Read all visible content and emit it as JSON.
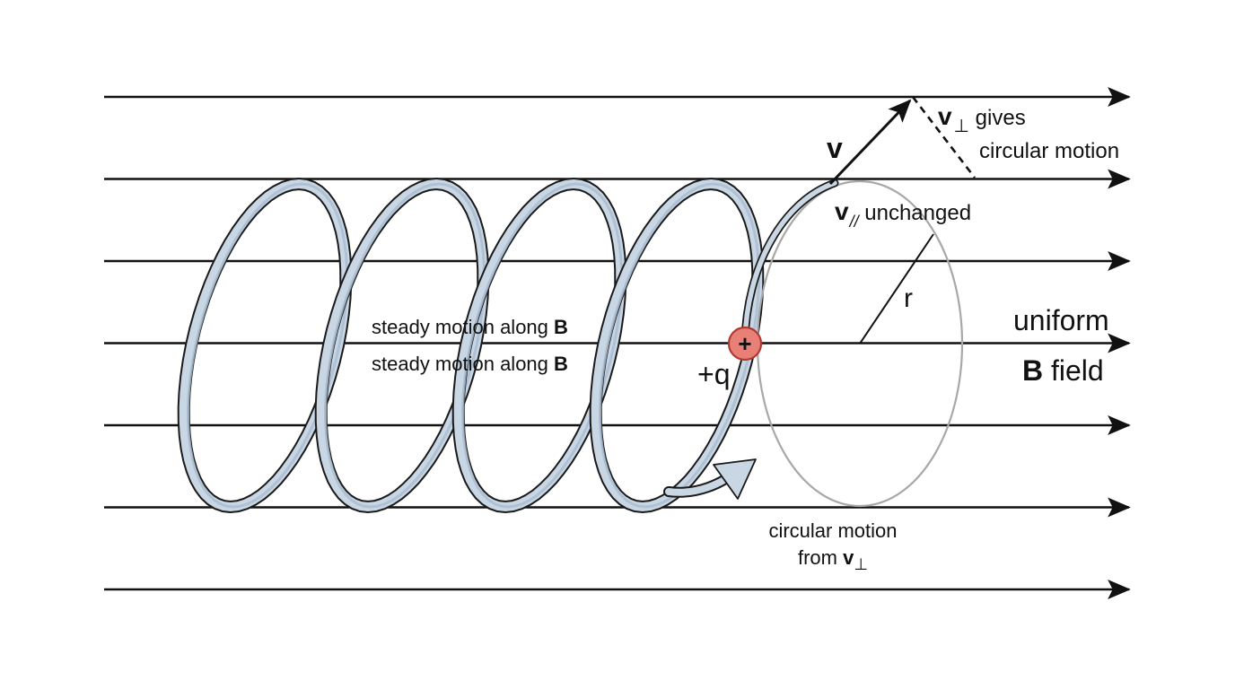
{
  "colors": {
    "field_line": "#111111",
    "ribbon_fill": "#c9d6e4",
    "ribbon_back": "#a9bccf",
    "ribbon_stroke": "#1a1a1a",
    "orbit_circle": "#a8a8a8",
    "charge_fill": "#e98078",
    "charge_stroke": "#b03a30",
    "vector": "#111111"
  },
  "icons": {
    "charge": "plus-sign-in-circle"
  },
  "field": {
    "line_count": 7,
    "label_line1": "uniform",
    "label_bold": "B",
    "label_rest": " field"
  },
  "helix": {
    "label_prefix": "steady motion along ",
    "label_bold": "B",
    "label_repeat_prefix": "steady motion along ",
    "label_repeat_bold": "B"
  },
  "charge": {
    "symbol": "+",
    "label": "+q"
  },
  "vectors": {
    "v": "v",
    "v_perp_symbol": "v",
    "v_perp_sub": "⊥",
    "v_perp_text": " gives",
    "v_perp_text2": "circular motion",
    "v_par_symbol": "v",
    "v_par_sub": "//",
    "v_par_text": " unchanged"
  },
  "radius": {
    "label": "r"
  },
  "circular": {
    "line1": "circular motion",
    "line2_prefix": "from ",
    "line2_symbol": "v",
    "line2_sub": "⊥"
  }
}
